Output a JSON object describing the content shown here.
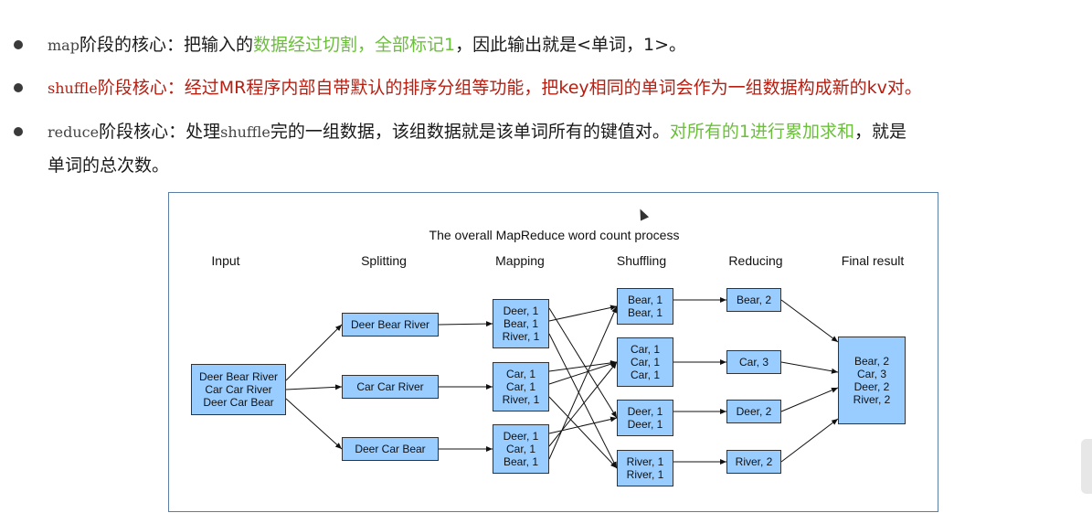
{
  "bullets": {
    "row1": {
      "p1": "map",
      "p2": "阶段的核心：把输入的",
      "p3": "数据经过切割，全部标记1",
      "p4": "，因此输出就是<单词，1>。"
    },
    "row2": {
      "p1": "shuffle",
      "p2": "阶段核心：经过MR程序内部自带默认的排序分组等功能，把key相同的单词会作为一组数据构成新的kv对。"
    },
    "row3": {
      "p1": "reduce",
      "p2": "阶段核心：处理",
      "p3": "shuffle",
      "p4": "完的一组数据，该组数据就是该单词所有的键值对。",
      "p5": "对所有的1进行累加求和",
      "p6": "，就是",
      "p7": "单词的总次数。"
    }
  },
  "diagram": {
    "title": "The overall MapReduce word count process",
    "columns": [
      "Input",
      "Splitting",
      "Mapping",
      "Shuffling",
      "Reducing",
      "Final result"
    ],
    "input": [
      "Deer Bear River",
      "Car Car River",
      "Deer Car Bear"
    ],
    "splitting": [
      "Deer Bear River",
      "Car Car River",
      "Deer Car Bear"
    ],
    "mapping": [
      [
        "Deer, 1",
        "Bear, 1",
        "River, 1"
      ],
      [
        "Car, 1",
        "Car, 1",
        "River, 1"
      ],
      [
        "Deer, 1",
        "Car, 1",
        "Bear, 1"
      ]
    ],
    "shuffling": [
      [
        "Bear, 1",
        "Bear, 1"
      ],
      [
        "Car, 1",
        "Car, 1",
        "Car, 1"
      ],
      [
        "Deer, 1",
        "Deer, 1"
      ],
      [
        "River, 1",
        "River, 1"
      ]
    ],
    "reducing": [
      "Bear, 2",
      "Car, 3",
      "Deer, 2",
      "River, 2"
    ],
    "final": [
      "Bear, 2",
      "Car, 3",
      "Deer, 2",
      "River, 2"
    ]
  }
}
